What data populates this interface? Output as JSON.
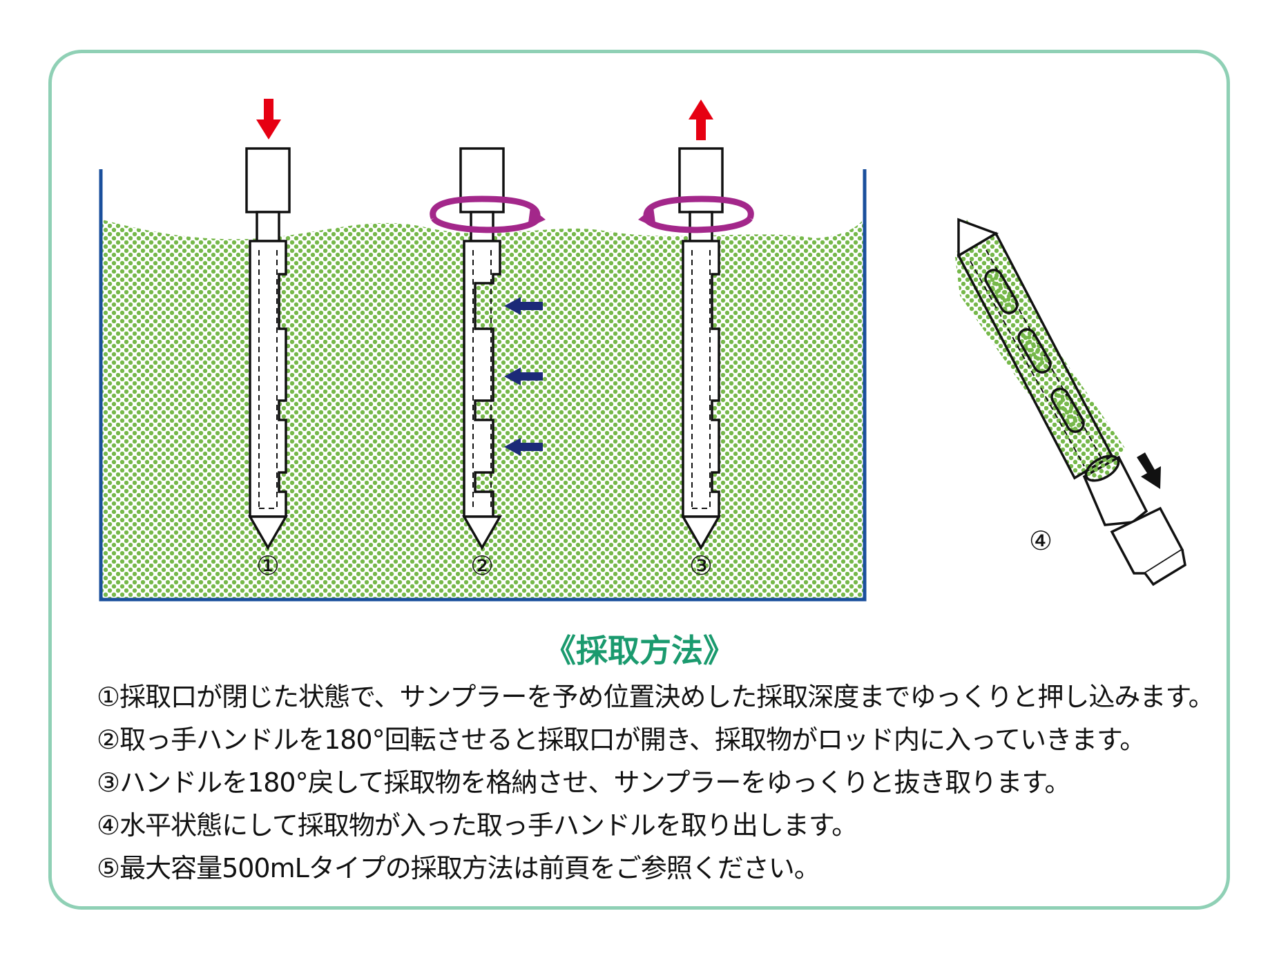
{
  "labels": {
    "sampler1": "①",
    "sampler2": "②",
    "sampler3": "③",
    "sampler4": "④"
  },
  "colors": {
    "frame": "#8fd0b5",
    "tank": "#1a4f9c",
    "soil": "#76b84a",
    "push_arrow": "#e60012",
    "rotate_arrow": "#a3278a",
    "flow_arrow": "#1c2a78",
    "title": "#1a9a6e"
  },
  "title": "《採取方法》",
  "steps": [
    "①採取口が閉じた状態で、サンプラーを予め位置決めした採取深度までゆっくりと押し込みます。",
    "②取っ手ハンドルを180°回転させると採取口が開き、採取物がロッド内に入っていきます。",
    "③ハンドルを180°戻して採取物を格納させ、サンプラーをゆっくりと抜き取ります。",
    "④水平状態にして採取物が入った取っ手ハンドルを取り出します。",
    "⑤最大容量500mLタイプの採取方法は前頁をご参照ください。"
  ]
}
